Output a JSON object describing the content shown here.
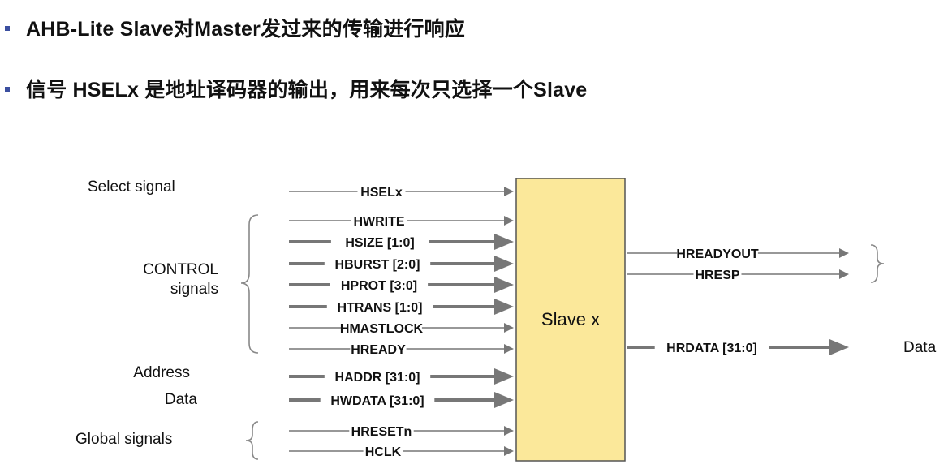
{
  "bullets": [
    "AHB-Lite Slave对Master发过来的传输进行响应",
    "信号 HSELx 是地址译码器的输出，用来每次只选择一个Slave"
  ],
  "diagram": {
    "slave_label": "Slave x",
    "left_labels": {
      "select": "Select signal",
      "control_line1": "CONTROL",
      "control_line2": "signals",
      "address": "Address",
      "data": "Data",
      "global": "Global signals"
    },
    "right_labels": {
      "data": "Data"
    },
    "inputs": [
      {
        "name": "HSELx",
        "bus": false
      },
      {
        "name": "HWRITE",
        "bus": false
      },
      {
        "name": "HSIZE [1:0]",
        "bus": true
      },
      {
        "name": "HBURST [2:0]",
        "bus": true
      },
      {
        "name": "HPROT [3:0]",
        "bus": true
      },
      {
        "name": "HTRANS [1:0]",
        "bus": true
      },
      {
        "name": "HMASTLOCK",
        "bus": false
      },
      {
        "name": "HREADY",
        "bus": false
      },
      {
        "name": "HADDR [31:0]",
        "bus": true
      },
      {
        "name": "HWDATA [31:0]",
        "bus": true
      },
      {
        "name": "HRESETn",
        "bus": false
      },
      {
        "name": "HCLK",
        "bus": false
      }
    ],
    "outputs": [
      {
        "name": "HREADYOUT",
        "bus": false
      },
      {
        "name": "HRESP",
        "bus": false
      },
      {
        "name": "HRDATA [31:0]",
        "bus": true
      }
    ],
    "colors": {
      "box_fill": "#fbe89a",
      "box_stroke": "#555555",
      "arrow": "#777777",
      "bullet": "#3b4fa0"
    }
  }
}
